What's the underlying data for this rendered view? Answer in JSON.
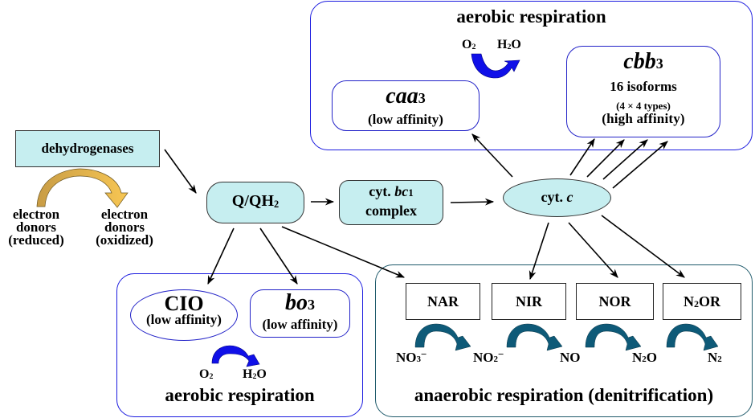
{
  "top_panel": {
    "title": "aerobic respiration",
    "reaction": {
      "substrate": "O",
      "substrate_sub": "2",
      "product_a": "H",
      "product_sub": "2",
      "product_b": "O"
    },
    "caa3": {
      "name": "caa",
      "name_sub": "3",
      "affinity": "(low affinity)"
    },
    "cbb3": {
      "name": "cbb",
      "name_sub": "3",
      "isoforms": "16 isoforms",
      "types": "(4 × 4 types)",
      "affinity": "(high  affinity)"
    }
  },
  "dehydrogenases": {
    "label": "dehydrogenases",
    "donor_reduced": [
      "electron",
      "donors",
      "(reduced)"
    ],
    "donor_oxidized": [
      "electron",
      "donors",
      "(oxidized)"
    ]
  },
  "quinone": {
    "label": "Q/QH",
    "label_sub": "2"
  },
  "bc1": {
    "line1_a": "cyt. ",
    "line1_b": "bc",
    "line1_sub": "1",
    "line2": "complex"
  },
  "cytc": {
    "label_a": "cyt. ",
    "label_b": "c"
  },
  "bottom_left_panel": {
    "title": "aerobic respiration",
    "cio": {
      "name": "CIO",
      "affinity": "(low affinity)"
    },
    "bo3": {
      "name": "bo",
      "name_sub": "3",
      "affinity": "(low affinity)"
    },
    "reaction": {
      "substrate": "O",
      "substrate_sub": "2",
      "product_a": "H",
      "product_sub": "2",
      "product_b": "O"
    }
  },
  "bottom_right_panel": {
    "title": "anaerobic respiration (denitrification)",
    "enzymes": [
      {
        "a": "NAR",
        "sub": "",
        "b": ""
      },
      {
        "a": "NIR",
        "sub": "",
        "b": ""
      },
      {
        "a": "NOR",
        "sub": "",
        "b": ""
      },
      {
        "a": "N",
        "sub": "2",
        "b": "OR"
      }
    ],
    "species": [
      {
        "a": "NO",
        "sub": "3",
        "b": "",
        "charge": "−"
      },
      {
        "a": "NO",
        "sub": "2",
        "b": "",
        "charge": "−"
      },
      {
        "a": "NO",
        "sub": "",
        "b": "",
        "charge": ""
      },
      {
        "a": "N",
        "sub": "2",
        "b": "O",
        "charge": ""
      },
      {
        "a": "N",
        "sub": "2",
        "b": "",
        "charge": ""
      }
    ]
  },
  "colors": {
    "panel_blue": "#1a1adf",
    "panel_teal": "#1f5a6b",
    "node_fill": "#c6eef0",
    "aerobic_arrow": "#1010e8",
    "denitrification_arrow": "#0e5a78",
    "donor_arrow_left": "#c8a04a",
    "donor_arrow_right": "#f5c451"
  }
}
